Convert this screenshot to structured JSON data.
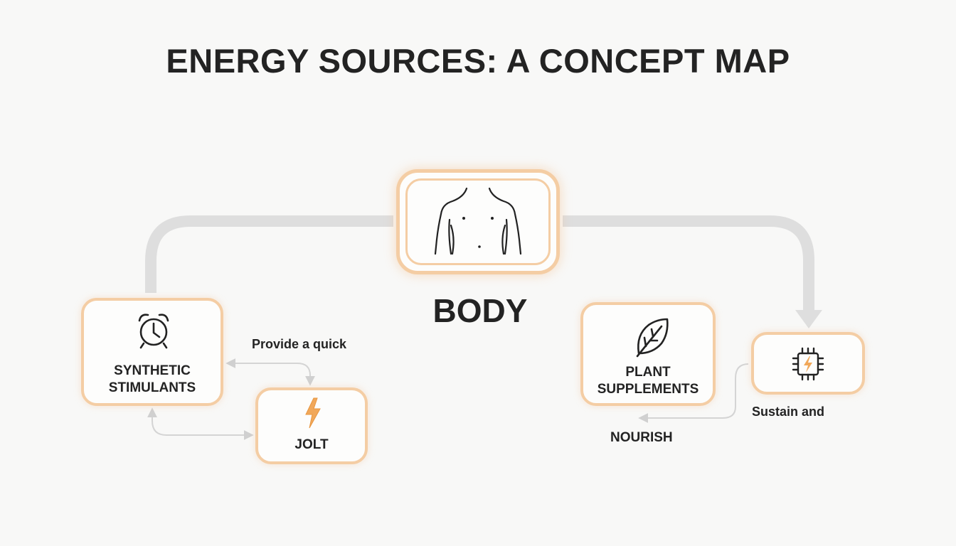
{
  "title": "ENERGY SOURCES: A CONCEPT MAP",
  "nodes": {
    "body": {
      "label": "BODY",
      "icon": "human-torso-icon"
    },
    "synthetic_stimulants": {
      "label_line1": "SYNTHETIC",
      "label_line2": "STIMULANTS",
      "icon": "alarm-clock-icon"
    },
    "jolt": {
      "label": "JOLT",
      "icon": "lightning-bolt-icon"
    },
    "plant_supplements": {
      "label_line1": "PLANT",
      "label_line2": "SUPPLEMENTS",
      "icon": "leaf-icon"
    },
    "chip": {
      "label": "",
      "icon": "microchip-lightning-icon"
    }
  },
  "edge_labels": {
    "provide": "Provide a quick",
    "sustain": "Sustain and",
    "nourish": "NOURISH"
  },
  "colors": {
    "node_border": "#f4cda4",
    "accent_orange": "#f0a75a",
    "connector_gray": "#dcdcdc",
    "thin_arrow": "#d4d4d4",
    "text": "#232323",
    "background": "#f8f8f7"
  }
}
